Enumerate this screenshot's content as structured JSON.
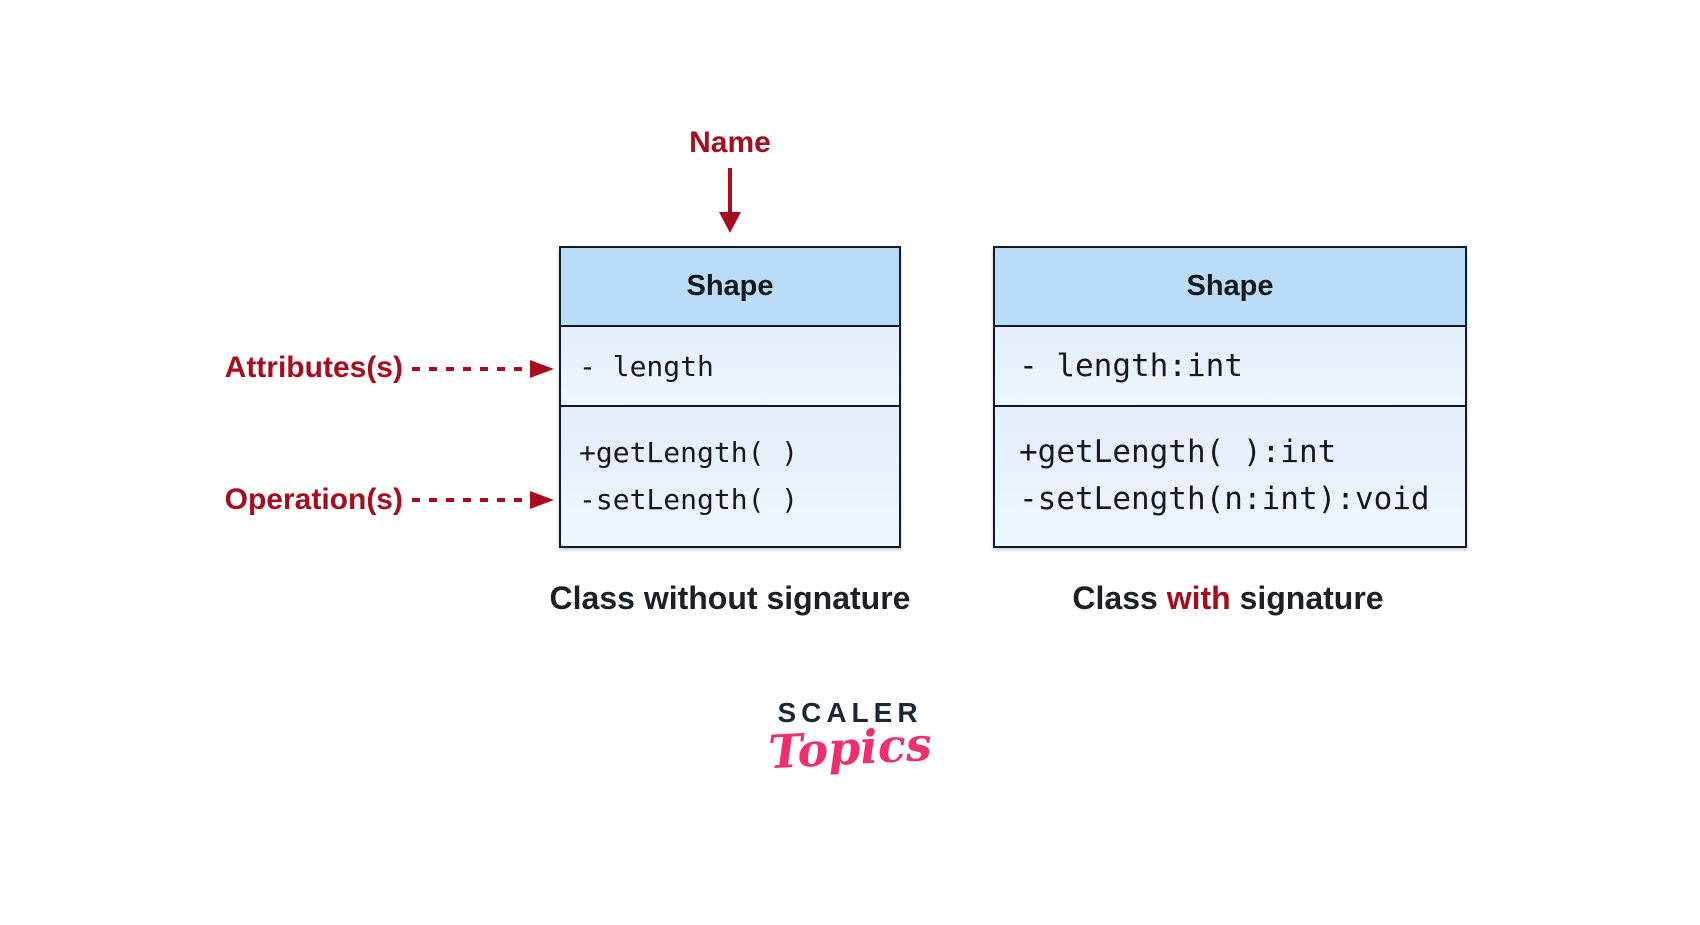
{
  "annotations": {
    "name_label": "Name",
    "attributes_label": "Attributes(s)",
    "operations_label": "Operation(s)"
  },
  "left_class": {
    "name": "Shape",
    "attribute_1": "- length",
    "operation_1": "+getLength( )",
    "operation_2": "-setLength( )",
    "caption": "Class without signature"
  },
  "right_class": {
    "name": "Shape",
    "attribute_1": "- length:int",
    "operation_1": "+getLength( ):int",
    "operation_2": "-setLength(n:int):void",
    "caption_pre": "Class ",
    "caption_highlight": "with",
    "caption_post": " signature"
  },
  "logo": {
    "brand": "SCALER",
    "sub": "Topics"
  },
  "colors": {
    "annotation_red": "#a60d1f",
    "class_header_fill": "#b9ddf7",
    "class_body_fill": "#e9f2fc",
    "class_border": "#101a2b",
    "caption_text": "#1d1f26",
    "logo_navy": "#1c2637",
    "logo_pink": "#ee2f6e"
  }
}
